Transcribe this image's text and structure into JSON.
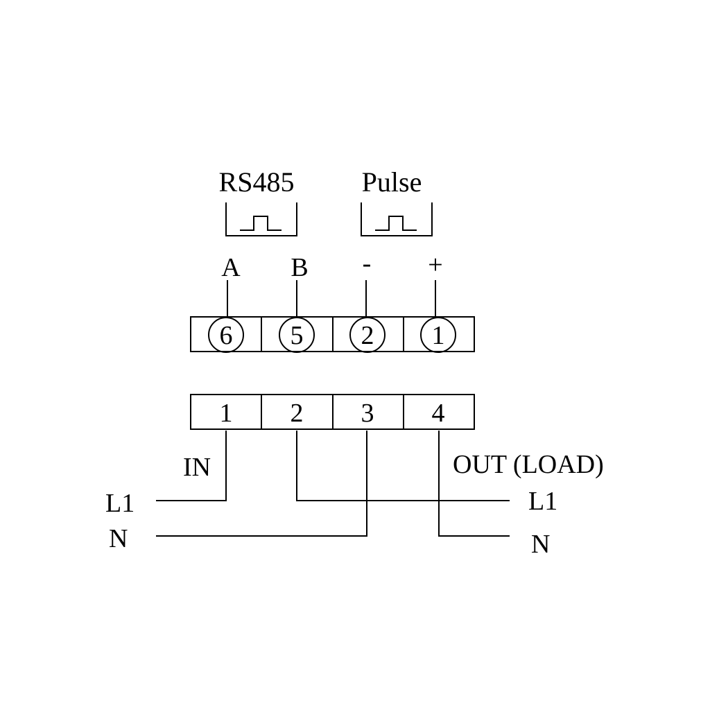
{
  "groups": {
    "rs485": "RS485",
    "pulse": "Pulse"
  },
  "signal_terminals": [
    {
      "pole": "A",
      "number": "6"
    },
    {
      "pole": "B",
      "number": "5"
    },
    {
      "pole": "-",
      "number": "2"
    },
    {
      "pole": "+",
      "number": "1"
    }
  ],
  "power_terminals": [
    "1",
    "2",
    "3",
    "4"
  ],
  "wiring": {
    "in_label": "IN",
    "out_label": "OUT (LOAD)",
    "in_l1": "L1",
    "in_n": "N",
    "out_l1": "L1",
    "out_n": "N"
  }
}
